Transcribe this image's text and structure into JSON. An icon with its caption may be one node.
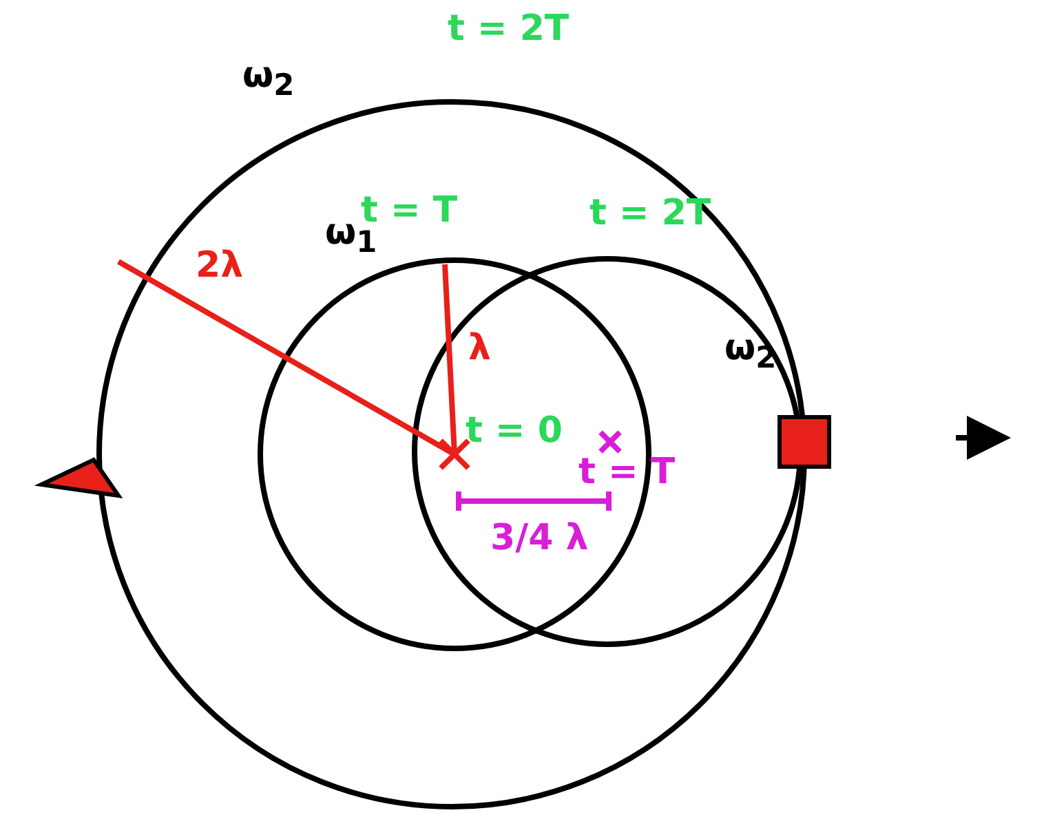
{
  "diagram": {
    "labels": [
      "ω$_{2}$",
      "t = 2T",
      "t = T",
      "t = 2T",
      "ω$_{1}$",
      "2λ",
      "λ",
      "ω$_{2}$",
      "t = 0",
      "t = T",
      "3/4 λ"
    ]
  }
}
